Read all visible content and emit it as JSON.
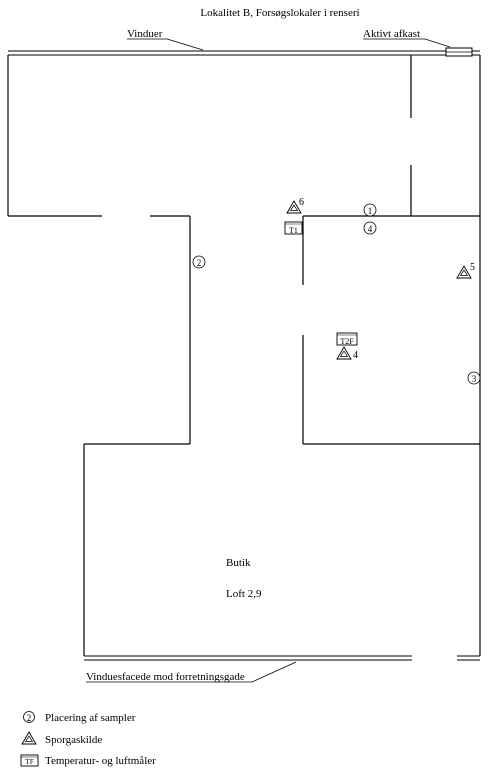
{
  "title": "Lokalitet B, Forsøgslokaler i renseri",
  "labels": {
    "windows": "Vinduer",
    "exhaust": "Aktivt afkast",
    "street_facade": "Vinduesfacede mod forretningsgade",
    "shop": "Butik",
    "ceiling": "Loft 2,9"
  },
  "samplers": [
    "1",
    "2",
    "3",
    "4"
  ],
  "tracer_sources": [
    "4",
    "5",
    "6"
  ],
  "meters": [
    "T1",
    "T2F"
  ],
  "legend": [
    {
      "icon": "sampler-icon",
      "label": "Placering af sampler"
    },
    {
      "icon": "tracer-source-icon",
      "label": "Sporgaskilde"
    },
    {
      "icon": "meter-icon",
      "label": "Temperatur- og luftmåler"
    }
  ],
  "legend_icon_text": {
    "sampler": "2",
    "meter": "TF"
  }
}
